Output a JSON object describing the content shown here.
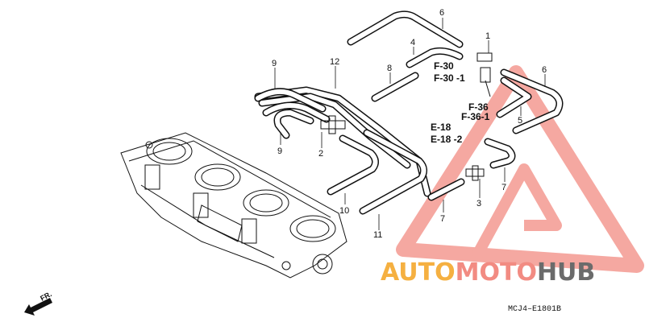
{
  "part_numbers": {
    "p1": "1",
    "p2": "2",
    "p3": "3",
    "p4": "4",
    "p5": "5",
    "p6a": "6",
    "p6b": "6",
    "p7a": "7",
    "p7b": "7",
    "p8": "8",
    "p9a": "9",
    "p9b": "9",
    "p10": "10",
    "p11": "11",
    "p12": "12"
  },
  "references": {
    "f30": "F-30",
    "f30_1": "F-30 -1",
    "f36": "F-36",
    "f36_1": "F-36-1",
    "e18": "E-18",
    "e18_2": "E-18 -2"
  },
  "diagram_code": "MCJ4–E1801B",
  "direction_label": "FR.",
  "watermark": {
    "part1": "AUTO",
    "part2": "MOTO",
    "part3": "HUB",
    "color_orange": "#f5b041",
    "color_red": "#f28b82",
    "color_gray": "#6b6b6b"
  }
}
